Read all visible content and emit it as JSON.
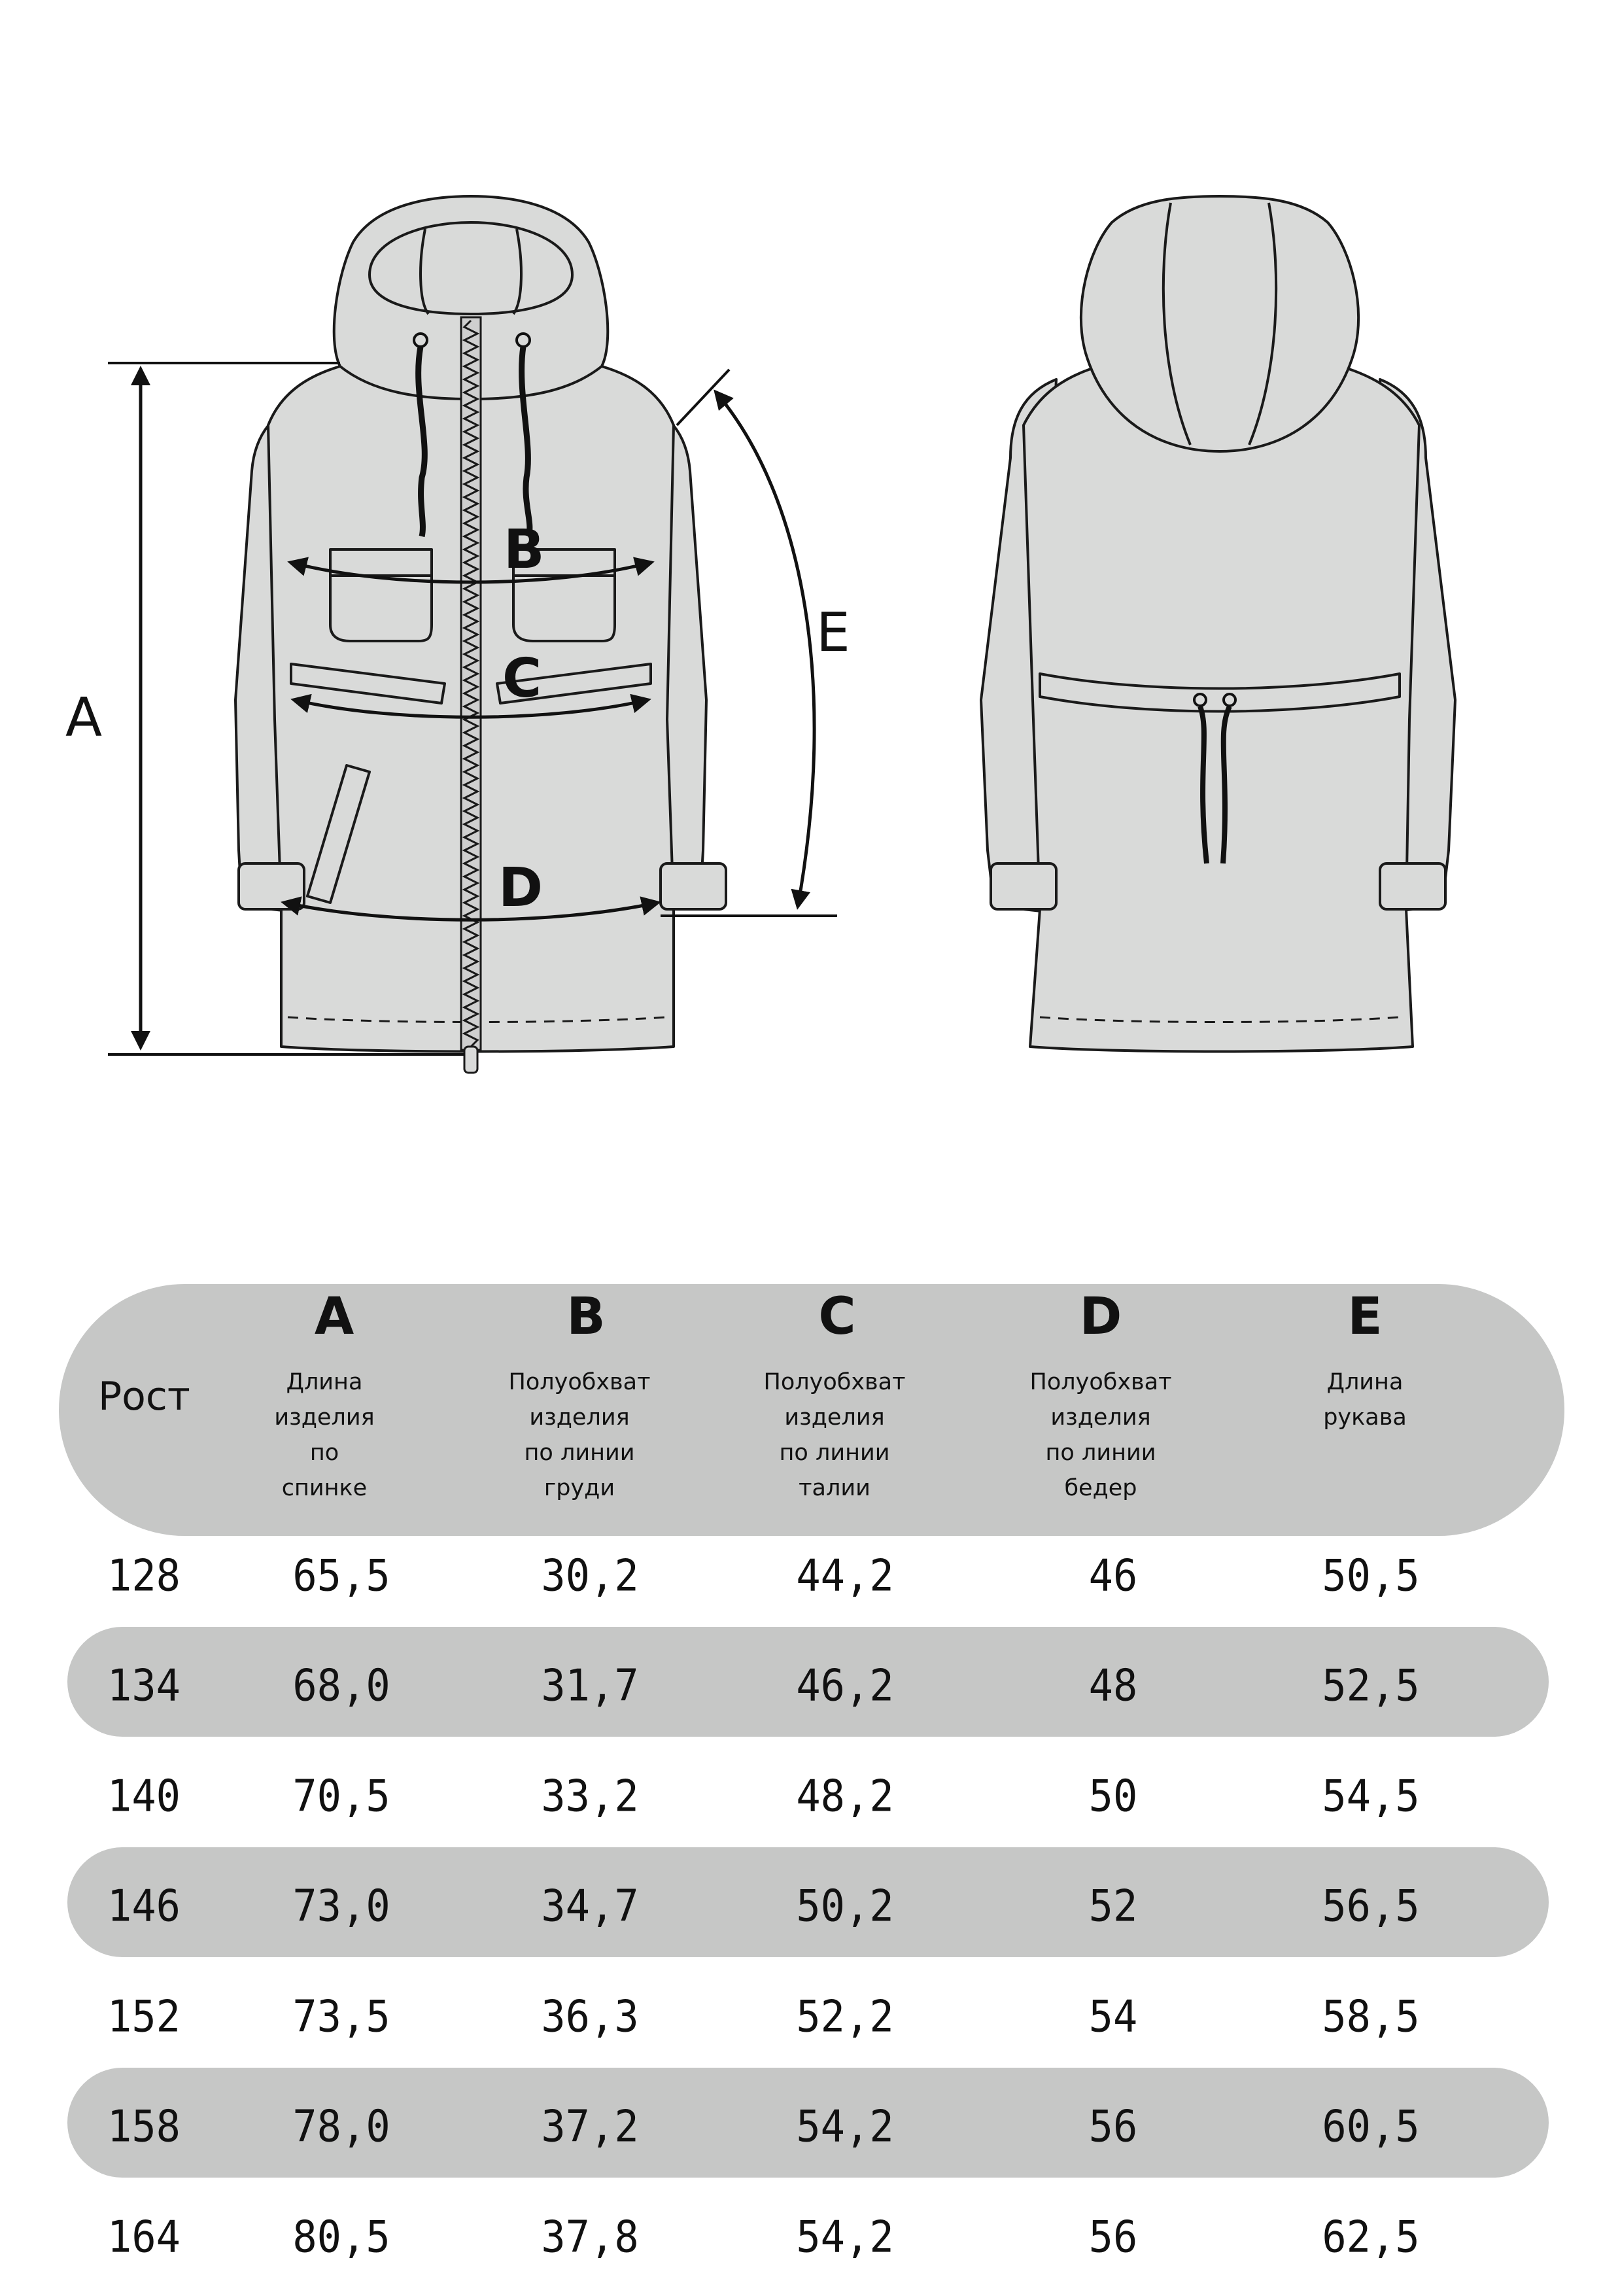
{
  "diagram": {
    "labels": [
      "A",
      "B",
      "C",
      "D",
      "E"
    ]
  },
  "table": {
    "rost_label": "Рост",
    "columns": [
      {
        "letter": "A",
        "desc": "Длина\nизделия\nпо\nспинке"
      },
      {
        "letter": "B",
        "desc": "Полуобхват\nизделия\nпо линии\nгруди"
      },
      {
        "letter": "C",
        "desc": "Полуобхват\nизделия\nпо линии\nталии"
      },
      {
        "letter": "D",
        "desc": "Полуобхват\nизделия\nпо линии\nбедер"
      },
      {
        "letter": "E",
        "desc": "Длина\nрукава"
      }
    ],
    "rows": [
      [
        "128",
        "65,5",
        "30,2",
        "44,2",
        "46",
        "50,5"
      ],
      [
        "134",
        "68,0",
        "31,7",
        "46,2",
        "48",
        "52,5"
      ],
      [
        "140",
        "70,5",
        "33,2",
        "48,2",
        "50",
        "54,5"
      ],
      [
        "146",
        "73,0",
        "34,7",
        "50,2",
        "52",
        "56,5"
      ],
      [
        "152",
        "73,5",
        "36,3",
        "52,2",
        "54",
        "58,5"
      ],
      [
        "158",
        "78,0",
        "37,2",
        "54,2",
        "56",
        "60,5"
      ],
      [
        "164",
        "80,5",
        "37,8",
        "54,2",
        "56",
        "62,5"
      ]
    ],
    "band_color": "#c6c7c6"
  }
}
